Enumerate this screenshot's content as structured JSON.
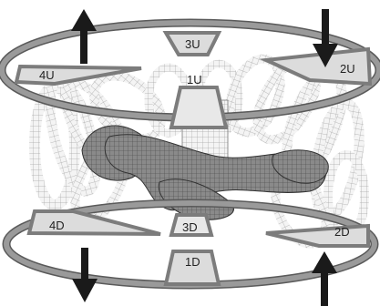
{
  "labels": {
    "u1": "1U",
    "u2": "2U",
    "u3": "3U",
    "u4": "4U",
    "d1": "1D",
    "d2": "2D",
    "d3": "3D",
    "d4": "4D"
  },
  "colors": {
    "ring": "#8c8c8c",
    "ring_edge": "#5a5a5a",
    "coil_fill": "#f2f2f2",
    "coil_line": "#9a9a9a",
    "plasma_fill": "#7a7a7a",
    "plasma_line": "#3a3a3a",
    "arrow": "#1a1a1a"
  }
}
